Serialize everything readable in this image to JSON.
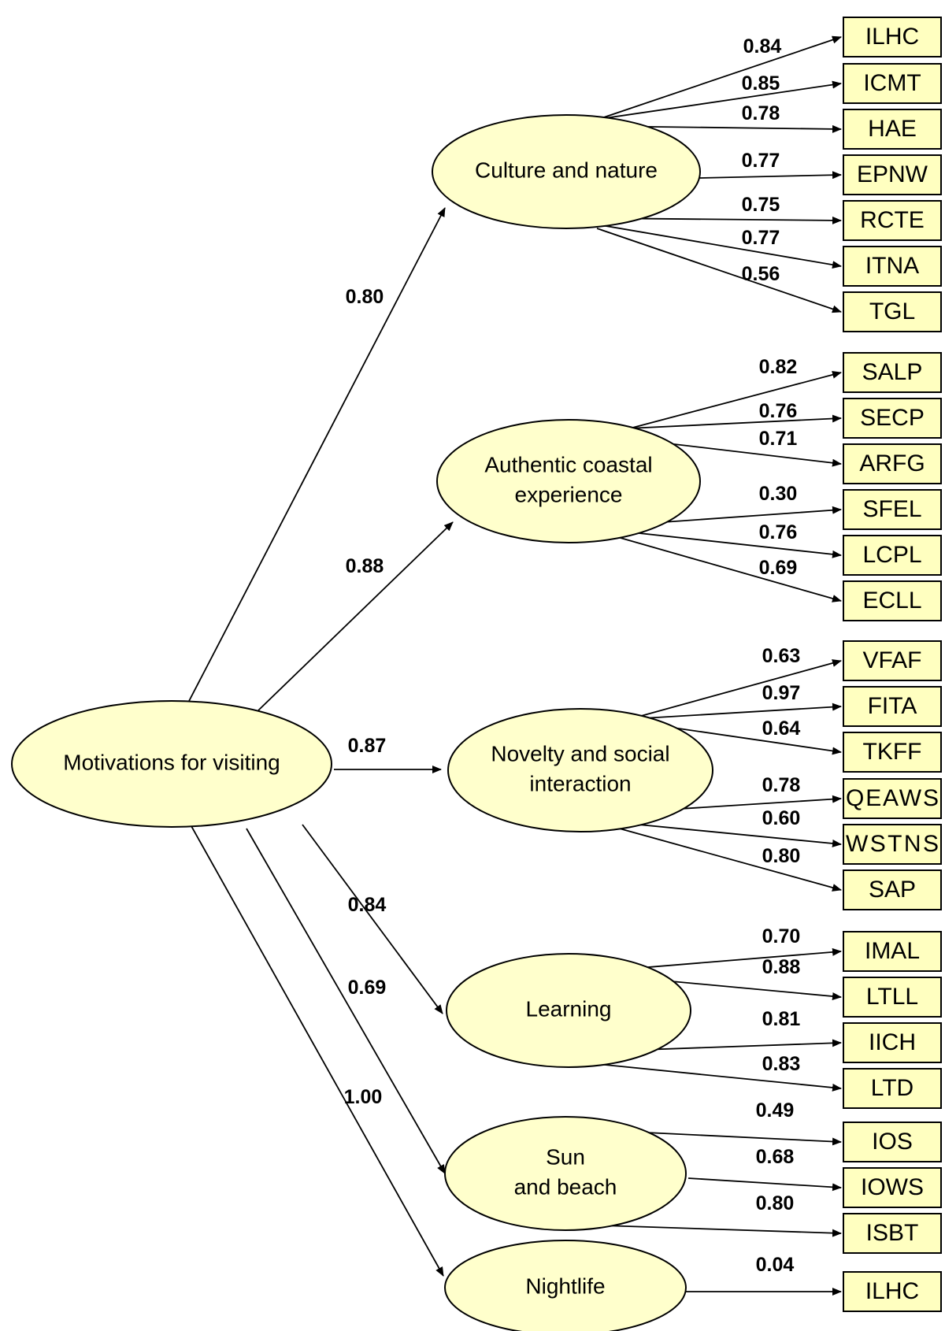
{
  "diagram": {
    "root": {
      "id": "motivations",
      "lines": [
        "Motivations for visiting"
      ]
    },
    "factors": [
      {
        "id": "culture",
        "lines": [
          "Culture and nature"
        ],
        "loading": "0.80",
        "indicators": [
          {
            "label": "ILHC",
            "loading": "0.84"
          },
          {
            "label": "ICMT",
            "loading": "0.85"
          },
          {
            "label": "HAE",
            "loading": "0.78"
          },
          {
            "label": "EPNW",
            "loading": "0.77"
          },
          {
            "label": "RCTE",
            "loading": "0.75"
          },
          {
            "label": "ITNA",
            "loading": "0.77"
          },
          {
            "label": "TGL",
            "loading": "0.56"
          }
        ]
      },
      {
        "id": "authentic",
        "lines": [
          "Authentic coastal",
          "experience"
        ],
        "loading": "0.88",
        "indicators": [
          {
            "label": "SALP",
            "loading": "0.82"
          },
          {
            "label": "SECP",
            "loading": "0.76"
          },
          {
            "label": "ARFG",
            "loading": "0.71"
          },
          {
            "label": "SFEL",
            "loading": "0.30"
          },
          {
            "label": "LCPL",
            "loading": "0.76"
          },
          {
            "label": "ECLL",
            "loading": "0.69"
          }
        ]
      },
      {
        "id": "novelty",
        "lines": [
          "Novelty and social",
          "interaction"
        ],
        "loading": "0.87",
        "indicators": [
          {
            "label": "VFAF",
            "loading": "0.63"
          },
          {
            "label": "FITA",
            "loading": "0.97"
          },
          {
            "label": "TKFF",
            "loading": "0.64"
          },
          {
            "label": "QEAWS",
            "loading": "0.78"
          },
          {
            "label": "WSTNS",
            "loading": "0.60"
          },
          {
            "label": "SAP",
            "loading": "0.80"
          }
        ]
      },
      {
        "id": "learning",
        "lines": [
          "Learning"
        ],
        "loading": "0.84",
        "indicators": [
          {
            "label": "IMAL",
            "loading": "0.70"
          },
          {
            "label": "LTLL",
            "loading": "0.88"
          },
          {
            "label": "IICH",
            "loading": "0.81"
          },
          {
            "label": "LTD",
            "loading": "0.83"
          }
        ]
      },
      {
        "id": "sun",
        "lines": [
          "Sun",
          "and beach"
        ],
        "loading": "0.69",
        "indicators": [
          {
            "label": "IOS",
            "loading": "0.49"
          },
          {
            "label": "IOWS",
            "loading": "0.68"
          },
          {
            "label": "ISBT",
            "loading": "0.80"
          }
        ]
      },
      {
        "id": "nightlife",
        "lines": [
          "Nightlife"
        ],
        "loading": "1.00",
        "indicators": [
          {
            "label": "ILHC",
            "loading": "0.04"
          }
        ]
      }
    ]
  }
}
